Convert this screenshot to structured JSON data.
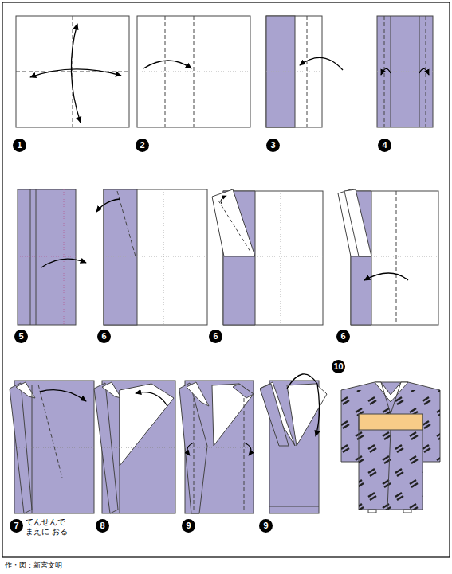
{
  "diagram": {
    "labels": [
      "1",
      "2",
      "3",
      "4",
      "5",
      "6",
      "6",
      "6",
      "7",
      "てんせんで まえに おる",
      "8",
      "9",
      "9",
      "10",
      "作・図：新宮文明"
    ]
  }
}
